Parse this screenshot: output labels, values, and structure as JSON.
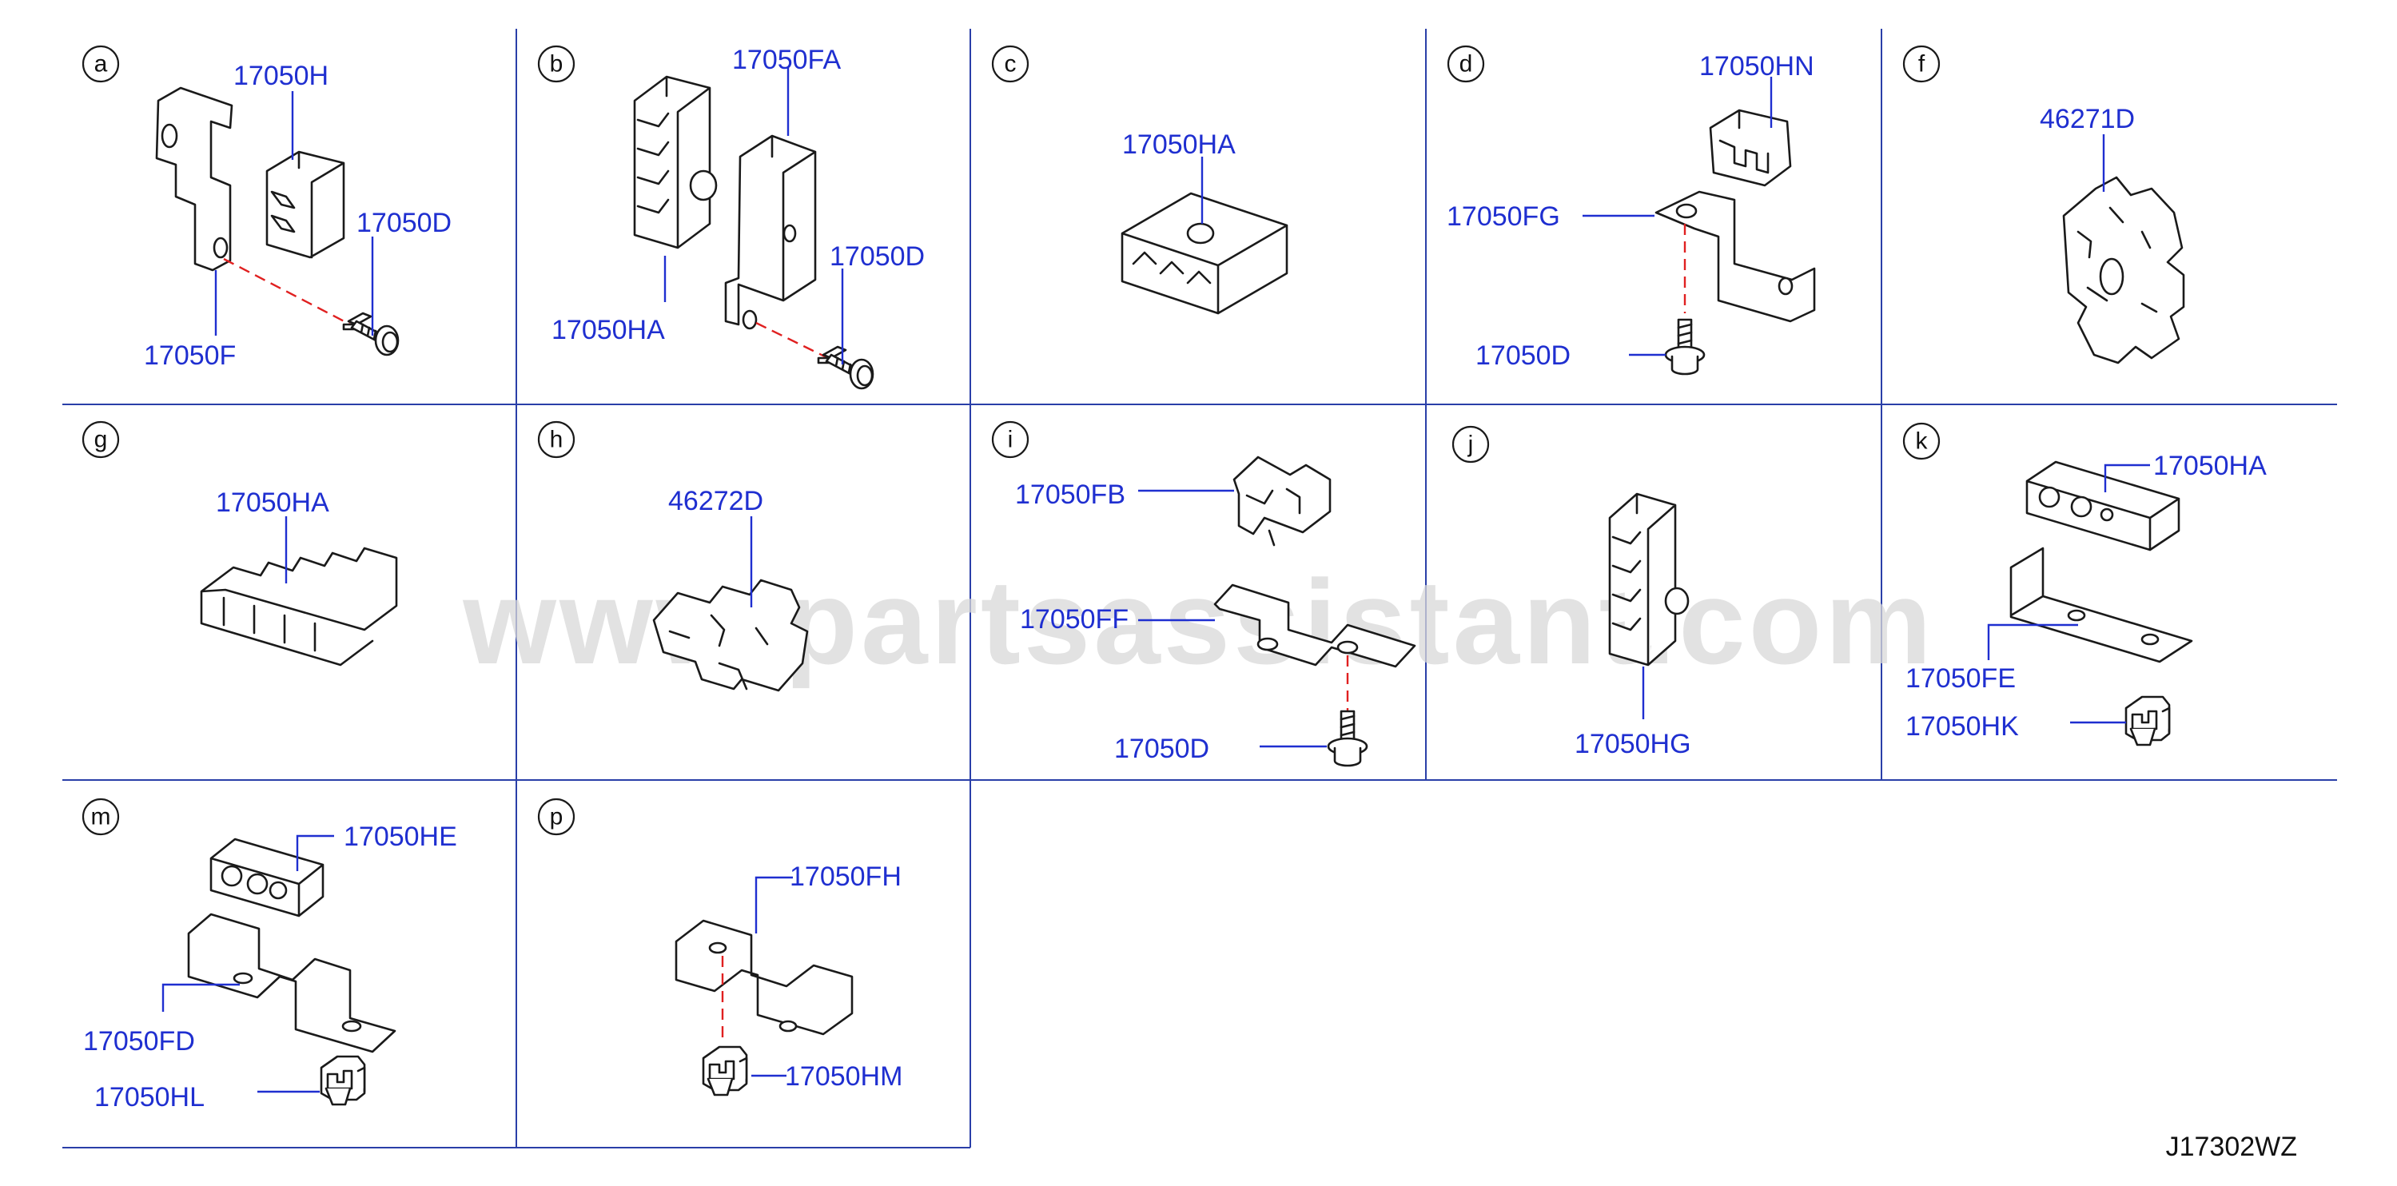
{
  "diagram_ref": "J17302WZ",
  "watermark": "www.partsassistant.com",
  "cells": [
    {
      "letter": "a",
      "parts": [
        "17050H",
        "17050D",
        "17050F"
      ]
    },
    {
      "letter": "b",
      "parts": [
        "17050FA",
        "17050D",
        "17050HA"
      ]
    },
    {
      "letter": "c",
      "parts": [
        "17050HA"
      ]
    },
    {
      "letter": "d",
      "parts": [
        "17050HN",
        "17050FG",
        "17050D"
      ]
    },
    {
      "letter": "f",
      "parts": [
        "46271D"
      ]
    },
    {
      "letter": "g",
      "parts": [
        "17050HA"
      ]
    },
    {
      "letter": "h",
      "parts": [
        "46272D"
      ]
    },
    {
      "letter": "i",
      "parts": [
        "17050FB",
        "17050FF",
        "17050D"
      ]
    },
    {
      "letter": "j",
      "parts": [
        "17050HG"
      ]
    },
    {
      "letter": "k",
      "parts": [
        "17050HA",
        "17050FE",
        "17050HK"
      ]
    },
    {
      "letter": "m",
      "parts": [
        "17050HE",
        "17050FD",
        "17050HL"
      ]
    },
    {
      "letter": "p",
      "parts": [
        "17050FH",
        "17050HM"
      ]
    }
  ]
}
